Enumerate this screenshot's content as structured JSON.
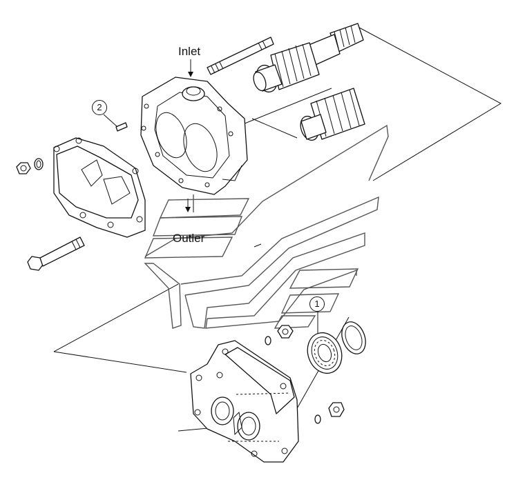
{
  "diagram": {
    "labels": {
      "inlet": "Inlet",
      "outlet": "Outler"
    },
    "callouts": [
      {
        "id": "callout-1",
        "number": "1",
        "part": "bearing"
      },
      {
        "id": "callout-2",
        "number": "2",
        "part": "dowel-pin"
      }
    ],
    "colors": {
      "line": "#111111",
      "gasket": "#555555",
      "background": "#ffffff"
    }
  }
}
